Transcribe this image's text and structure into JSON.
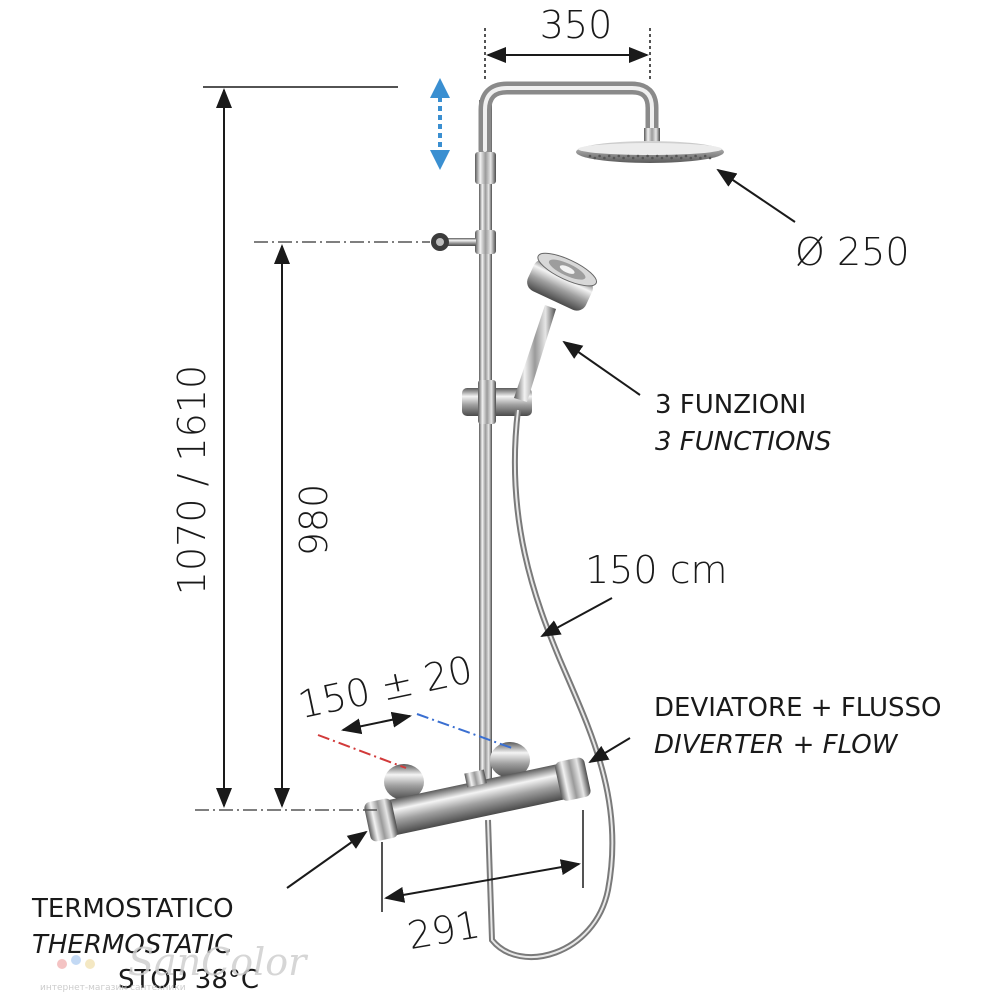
{
  "dimensions": {
    "arm_length": "350",
    "head_diameter": "Ø 250",
    "total_height": "1070 / 1610",
    "height_to_holder": "980",
    "inlet_spacing": "150 ± 20",
    "hose_length": "150 cm",
    "mixer_width": "291"
  },
  "labels": {
    "hand_shower_it": "3 FUNZIONI",
    "hand_shower_en": "3 FUNCTIONS",
    "diverter_it": "DEVIATORE + FLUSSO",
    "diverter_en": "DIVERTER + FLOW",
    "thermostatic_it": "TERMOSTATICO",
    "thermostatic_en": "THERMOSTATIC",
    "thermostatic_stop": "STOP 38°C"
  },
  "watermark": {
    "brand": "SanColor",
    "tagline": "интернет-магазин сантехники"
  },
  "colors": {
    "adjust_arrow": "#3a8fd1",
    "hot_line": "#d23a3a",
    "cold_line": "#3a6fd1",
    "chrome": "#9a9a9a"
  }
}
